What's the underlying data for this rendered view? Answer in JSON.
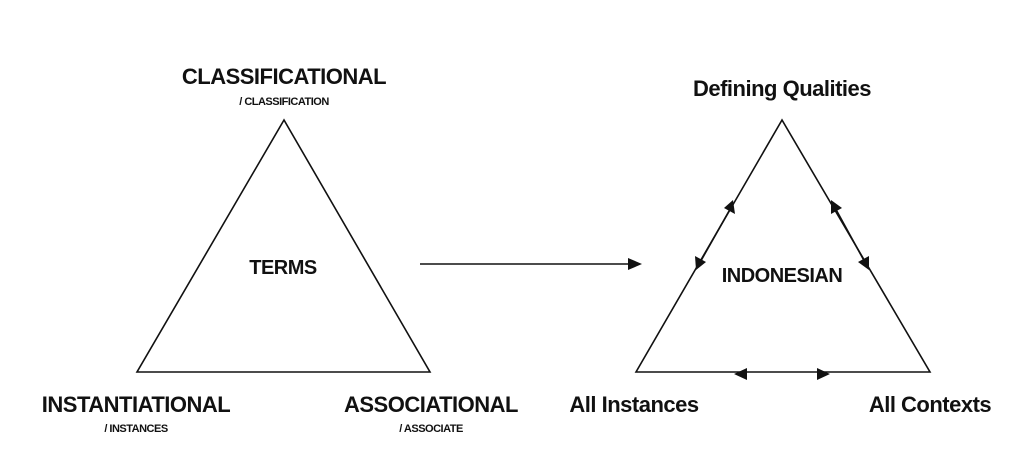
{
  "left_triangle": {
    "center": "TERMS",
    "top": {
      "title": "CLASSIFICATIONAL",
      "sub": "/ CLASSIFICATION"
    },
    "bottom_left": {
      "title": "INSTANTIATIONAL",
      "sub": "/ INSTANCES"
    },
    "bottom_right": {
      "title": "ASSOCIATIONAL",
      "sub": "/ ASSOCIATE"
    }
  },
  "right_triangle": {
    "center": "INDONESIAN",
    "top": "Defining Qualities",
    "bottom_left": "All Instances",
    "bottom_right": "All Contexts"
  },
  "colors": {
    "ink": "#111111",
    "background": "#ffffff"
  }
}
